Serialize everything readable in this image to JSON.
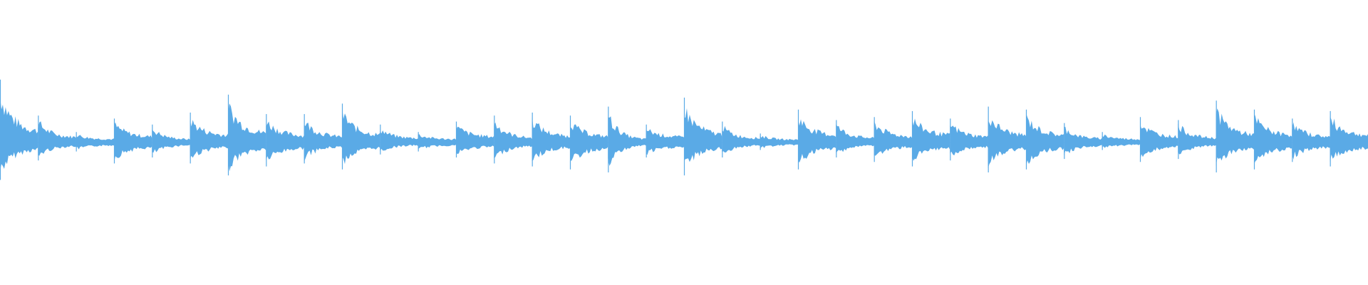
{
  "waveform": {
    "color": "#5aaae6",
    "background": "#ffffff",
    "segments": [
      {
        "peak": 0.4,
        "floor": 0.08,
        "decay": 0.35,
        "up": 0.42,
        "down": 0.25
      },
      {
        "peak": 0.17,
        "floor": 0.04,
        "decay": 0.32,
        "up": 0.18,
        "down": 0.12
      },
      {
        "peak": 0.05,
        "floor": 0.02,
        "decay": 0.3,
        "up": 0.07,
        "down": 0.06
      },
      {
        "peak": 0.14,
        "floor": 0.04,
        "decay": 0.35,
        "up": 0.16,
        "down": 0.14
      },
      {
        "peak": 0.1,
        "floor": 0.02,
        "decay": 0.32,
        "up": 0.12,
        "down": 0.1
      },
      {
        "peak": 0.18,
        "floor": 0.05,
        "decay": 0.35,
        "up": 0.2,
        "down": 0.14
      },
      {
        "peak": 0.27,
        "floor": 0.06,
        "decay": 0.35,
        "up": 0.32,
        "down": 0.22
      },
      {
        "peak": 0.18,
        "floor": 0.05,
        "decay": 0.35,
        "up": 0.19,
        "down": 0.16
      },
      {
        "peak": 0.17,
        "floor": 0.04,
        "decay": 0.34,
        "up": 0.19,
        "down": 0.14
      },
      {
        "peak": 0.22,
        "floor": 0.05,
        "decay": 0.34,
        "up": 0.26,
        "down": 0.18
      },
      {
        "peak": 0.1,
        "floor": 0.03,
        "decay": 0.3,
        "up": 0.12,
        "down": 0.08
      },
      {
        "peak": 0.05,
        "floor": 0.02,
        "decay": 0.3,
        "up": 0.07,
        "down": 0.06
      },
      {
        "peak": 0.12,
        "floor": 0.04,
        "decay": 0.34,
        "up": 0.14,
        "down": 0.1
      },
      {
        "peak": 0.16,
        "floor": 0.03,
        "decay": 0.34,
        "up": 0.18,
        "down": 0.14
      },
      {
        "peak": 0.18,
        "floor": 0.04,
        "decay": 0.36,
        "up": 0.2,
        "down": 0.16
      },
      {
        "peak": 0.2,
        "floor": 0.05,
        "decay": 0.36,
        "up": 0.18,
        "down": 0.18
      },
      {
        "peak": 0.22,
        "floor": 0.02,
        "decay": 0.3,
        "up": 0.24,
        "down": 0.2
      },
      {
        "peak": 0.11,
        "floor": 0.04,
        "decay": 0.34,
        "up": 0.12,
        "down": 0.1
      },
      {
        "peak": 0.26,
        "floor": 0.05,
        "decay": 0.36,
        "up": 0.3,
        "down": 0.22
      },
      {
        "peak": 0.12,
        "floor": 0.03,
        "decay": 0.3,
        "up": 0.14,
        "down": 0.1
      },
      {
        "peak": 0.05,
        "floor": 0.02,
        "decay": 0.3,
        "up": 0.06,
        "down": 0.05
      },
      {
        "peak": 0.2,
        "floor": 0.05,
        "decay": 0.35,
        "up": 0.22,
        "down": 0.18
      },
      {
        "peak": 0.13,
        "floor": 0.03,
        "decay": 0.32,
        "up": 0.15,
        "down": 0.1
      },
      {
        "peak": 0.15,
        "floor": 0.04,
        "decay": 0.34,
        "up": 0.17,
        "down": 0.13
      },
      {
        "peak": 0.18,
        "floor": 0.05,
        "decay": 0.35,
        "up": 0.21,
        "down": 0.16
      },
      {
        "peak": 0.14,
        "floor": 0.04,
        "decay": 0.34,
        "up": 0.16,
        "down": 0.12
      },
      {
        "peak": 0.22,
        "floor": 0.05,
        "decay": 0.35,
        "up": 0.24,
        "down": 0.2
      },
      {
        "peak": 0.2,
        "floor": 0.05,
        "decay": 0.35,
        "up": 0.22,
        "down": 0.18
      },
      {
        "peak": 0.12,
        "floor": 0.03,
        "decay": 0.3,
        "up": 0.13,
        "down": 0.11
      },
      {
        "peak": 0.05,
        "floor": 0.02,
        "decay": 0.3,
        "up": 0.07,
        "down": 0.05
      },
      {
        "peak": 0.15,
        "floor": 0.04,
        "decay": 0.34,
        "up": 0.17,
        "down": 0.13
      },
      {
        "peak": 0.13,
        "floor": 0.03,
        "decay": 0.32,
        "up": 0.15,
        "down": 0.11
      },
      {
        "peak": 0.24,
        "floor": 0.05,
        "decay": 0.35,
        "up": 0.28,
        "down": 0.2
      },
      {
        "peak": 0.2,
        "floor": 0.05,
        "decay": 0.35,
        "up": 0.22,
        "down": 0.18
      },
      {
        "peak": 0.14,
        "floor": 0.04,
        "decay": 0.34,
        "up": 0.16,
        "down": 0.13
      },
      {
        "peak": 0.19,
        "floor": 0.05,
        "decay": 0.35,
        "up": 0.21,
        "down": 0.16
      }
    ]
  }
}
